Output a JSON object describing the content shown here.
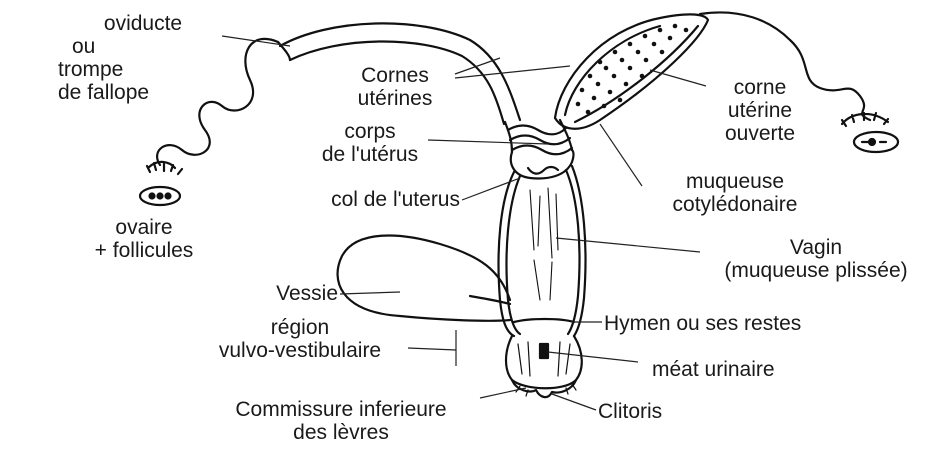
{
  "diagram": {
    "labels": {
      "oviducte": [
        "oviducte",
        "ou",
        "trompe",
        "de fallope"
      ],
      "ovaire": [
        "ovaire",
        "+ follicules"
      ],
      "cornes": [
        "Cornes",
        "utérines"
      ],
      "corps": [
        "corps",
        "de l'utérus"
      ],
      "col": "col de l'uterus",
      "vessie": "Vessie",
      "region": [
        "région",
        "vulvo-vestibulaire"
      ],
      "commissure": [
        "Commissure inferieure",
        "des lèvres"
      ],
      "corne_ouverte": [
        "corne",
        "utérine",
        "ouverte"
      ],
      "muqueuse": [
        "muqueuse",
        "cotylédonaire"
      ],
      "vagin": [
        "Vagin",
        "(muqueuse plissée)"
      ],
      "hymen": "Hymen ou ses restes",
      "meat": "méat urinaire",
      "clitoris": "Clitoris"
    }
  }
}
